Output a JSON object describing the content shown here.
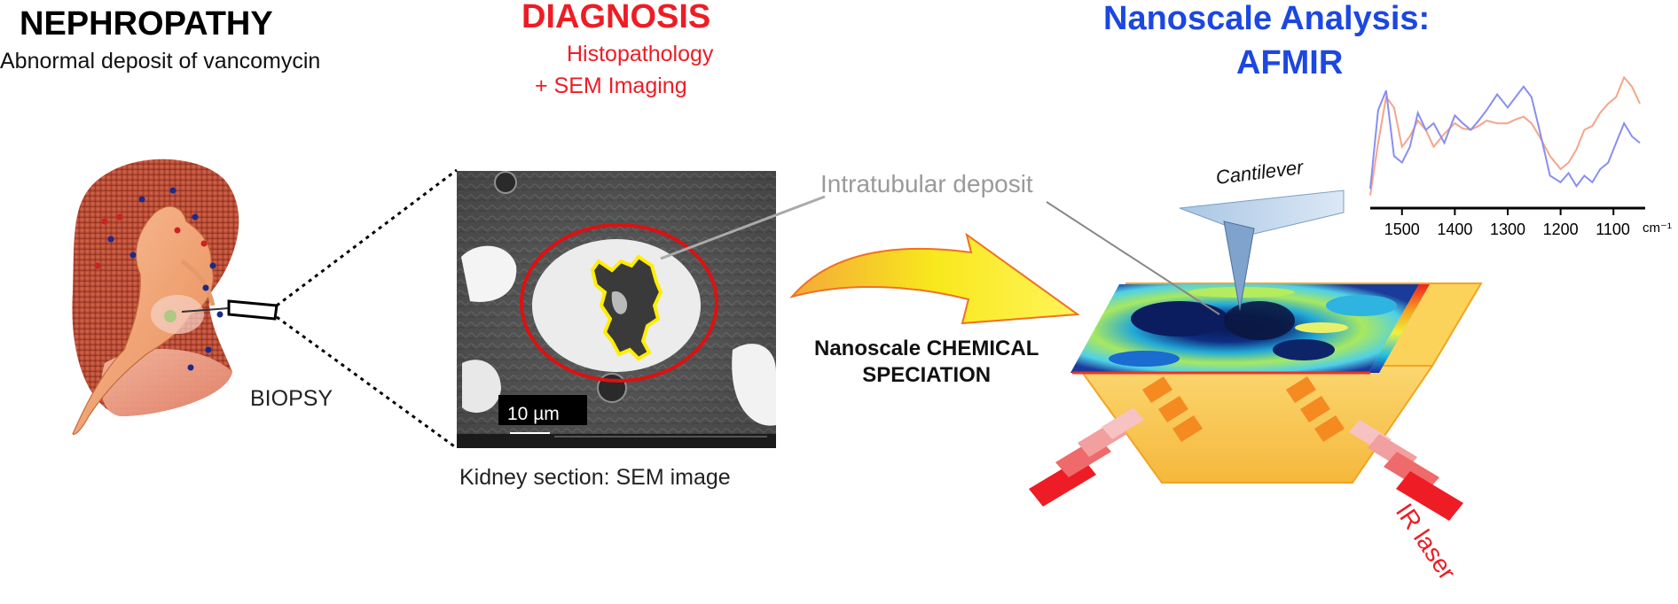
{
  "nephropathy": {
    "title": "NEPHROPATHY",
    "subtitle": "Abnormal deposit of vancomycin",
    "biopsy_label": "BIOPSY"
  },
  "diagnosis": {
    "title": "DIAGNOSIS",
    "line1": "Histopathology",
    "line2": "+ SEM Imaging"
  },
  "sem": {
    "scale_bar": "10 µm",
    "caption": "Kidney section: SEM image",
    "deposit_label": "Intratubular deposit"
  },
  "nanoscale": {
    "title": "Nanoscale Analysis:",
    "subtitle": "AFMIR",
    "cantilever": "Cantilever",
    "speciation_line1": "Nanoscale CHEMICAL",
    "speciation_line2": "SPECIATION",
    "ir_laser": "IR laser"
  },
  "colors": {
    "black_heading": "#000000",
    "diagnosis_red": "#ee1c25",
    "nanoscale_blue": "#1c47e0",
    "deposit_outline_yellow": "#ffee00",
    "tubule_outline_red": "#dd1111",
    "prism_orange": "#f7c44a",
    "arrow_yellow": "#f8e81c",
    "spectrum_orange": "#f4a58a",
    "spectrum_blue": "#8a8ef0"
  },
  "chart_data": {
    "type": "line",
    "xlabel": "cm⁻¹",
    "ylabel": "",
    "x_reversed": true,
    "xlim": [
      1560,
      1040
    ],
    "ticks": [
      1500,
      1400,
      1300,
      1200,
      1100
    ],
    "tick_labels": [
      "1500",
      "1400",
      "1300",
      "1200",
      "1100"
    ],
    "grid": false,
    "series": [
      {
        "color": "#f4a58a",
        "x": [
          1560,
          1545,
          1530,
          1515,
          1500,
          1485,
          1470,
          1455,
          1440,
          1420,
          1400,
          1385,
          1370,
          1355,
          1340,
          1320,
          1300,
          1285,
          1270,
          1255,
          1240,
          1220,
          1200,
          1185,
          1170,
          1155,
          1140,
          1125,
          1110,
          1095,
          1080,
          1065,
          1050
        ],
        "values": [
          0.05,
          0.45,
          0.8,
          0.72,
          0.42,
          0.5,
          0.62,
          0.55,
          0.42,
          0.52,
          0.6,
          0.56,
          0.55,
          0.58,
          0.62,
          0.6,
          0.6,
          0.63,
          0.65,
          0.6,
          0.5,
          0.35,
          0.25,
          0.3,
          0.4,
          0.55,
          0.58,
          0.68,
          0.75,
          0.8,
          0.95,
          0.88,
          0.75
        ]
      },
      {
        "color": "#8a8ef0",
        "x": [
          1560,
          1545,
          1530,
          1515,
          1500,
          1485,
          1470,
          1455,
          1440,
          1420,
          1400,
          1385,
          1370,
          1355,
          1340,
          1320,
          1300,
          1285,
          1270,
          1255,
          1240,
          1220,
          1200,
          1185,
          1170,
          1155,
          1140,
          1125,
          1110,
          1095,
          1080,
          1065,
          1050
        ],
        "values": [
          0.1,
          0.7,
          0.85,
          0.35,
          0.3,
          0.42,
          0.68,
          0.55,
          0.6,
          0.45,
          0.66,
          0.6,
          0.55,
          0.62,
          0.7,
          0.82,
          0.72,
          0.8,
          0.88,
          0.8,
          0.55,
          0.2,
          0.15,
          0.22,
          0.12,
          0.2,
          0.15,
          0.25,
          0.3,
          0.45,
          0.6,
          0.5,
          0.45
        ]
      }
    ]
  }
}
